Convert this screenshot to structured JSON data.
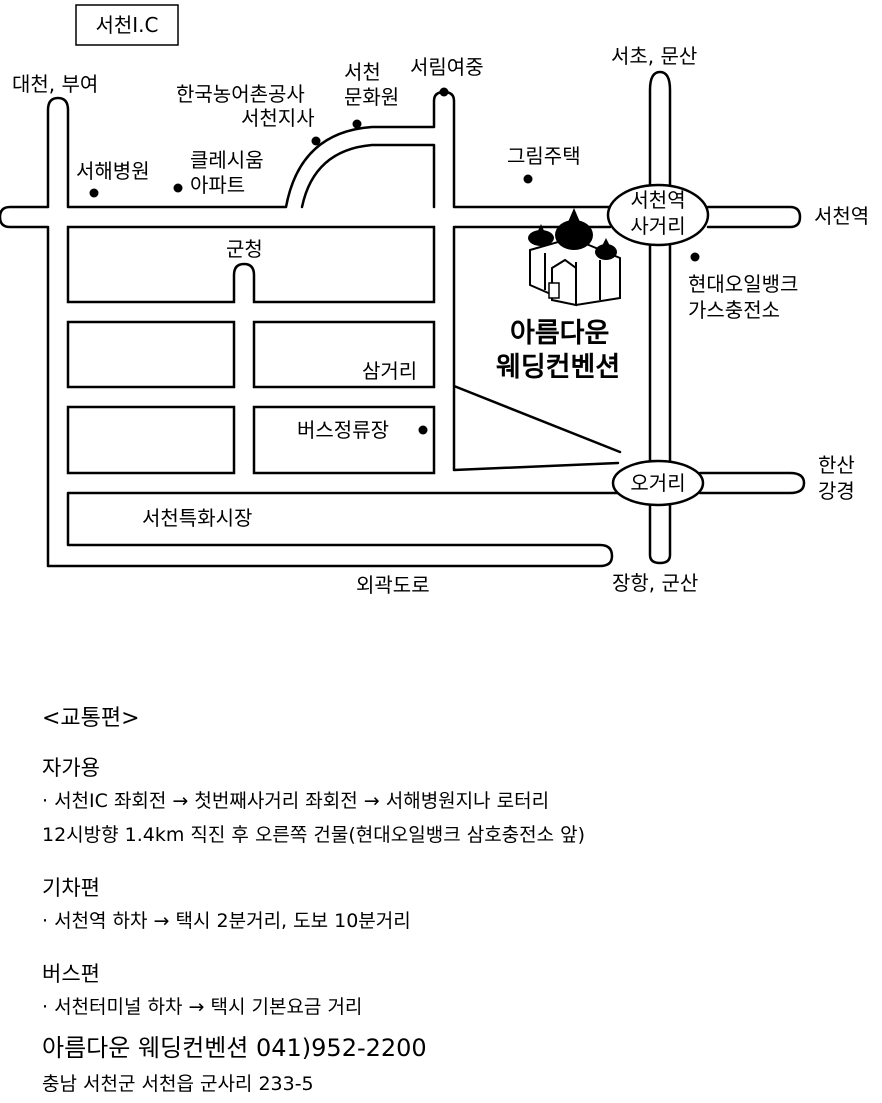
{
  "map": {
    "ic_box": "서천I.C",
    "labels": {
      "daecheon_buyeo": "대천, 부여",
      "krc_1": "한국농어촌공사",
      "krc_2": "서천지사",
      "culture_1": "서천",
      "culture_2": "문화원",
      "seorim": "서림여중",
      "seocho_munsan": "서초, 문산",
      "hospital": "서해병원",
      "apt_1": "클레시움",
      "apt_2": "아파트",
      "grim": "그림주택",
      "station_cross_1": "서천역",
      "station_cross_2": "사거리",
      "seocheon_station": "서천역",
      "county": "군청",
      "hyundai_1": "현대오일뱅크",
      "hyundai_2": "가스충전소",
      "venue_1": "아름다운",
      "venue_2": "웨딩컨벤션",
      "samgeori": "삼거리",
      "bus_terminal": "버스정류장",
      "ogeori": "오거리",
      "hansan": "한산",
      "ganggyeong": "강경",
      "market": "서천특화시장",
      "outer_road": "외곽도로",
      "janghang_gunsan": "장항, 군산"
    }
  },
  "transport": {
    "heading": "<교통편>",
    "car_title": "자가용",
    "car_line1": "· 서천IC 좌회전 → 첫번째사거리 좌회전 → 서해병원지나 로터리",
    "car_line2": "12시방향 1.4km 직진 후 오른쪽 건물(현대오일뱅크 삼호충전소 앞)",
    "train_title": "기차편",
    "train_line": "· 서천역 하차 → 택시 2분거리, 도보 10분거리",
    "bus_title": "버스편",
    "bus_line": "· 서천터미널 하차 → 택시 기본요금 거리"
  },
  "contact": {
    "name_phone": "아름다운 웨딩컨벤션 041)952-2200",
    "address": "충남 서천군 서천읍 군사리 233-5"
  }
}
